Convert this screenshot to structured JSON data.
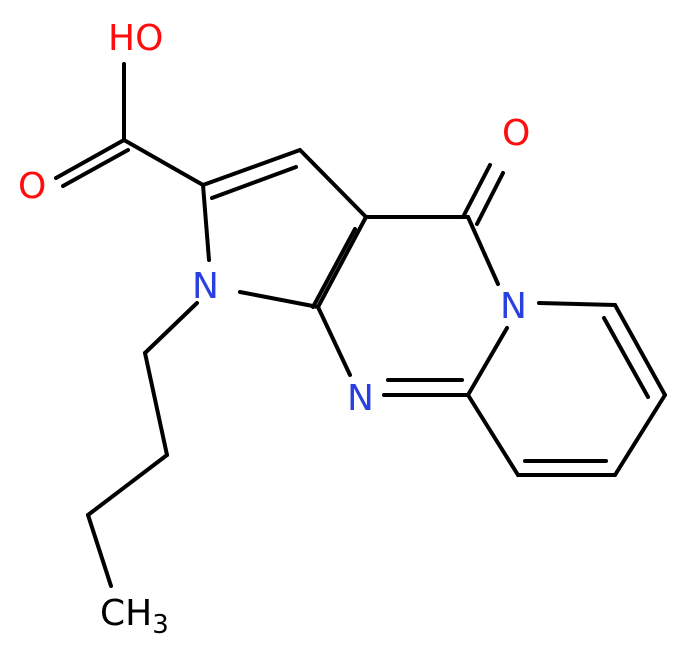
{
  "structure": {
    "labels": {
      "hydroxyl": "HO",
      "carboxyl_oxygen": "O",
      "ketone_oxygen": "O",
      "pyrrole_nitrogen": "N",
      "ring_nitrogen_bridge": "N",
      "imine_nitrogen": "N",
      "methyl_c": "CH",
      "methyl_sub": "3"
    },
    "colors": {
      "oxygen": "#ff0d0d",
      "nitrogen": "#2a3fe0",
      "carbon": "#000000",
      "background": "#ffffff"
    }
  }
}
